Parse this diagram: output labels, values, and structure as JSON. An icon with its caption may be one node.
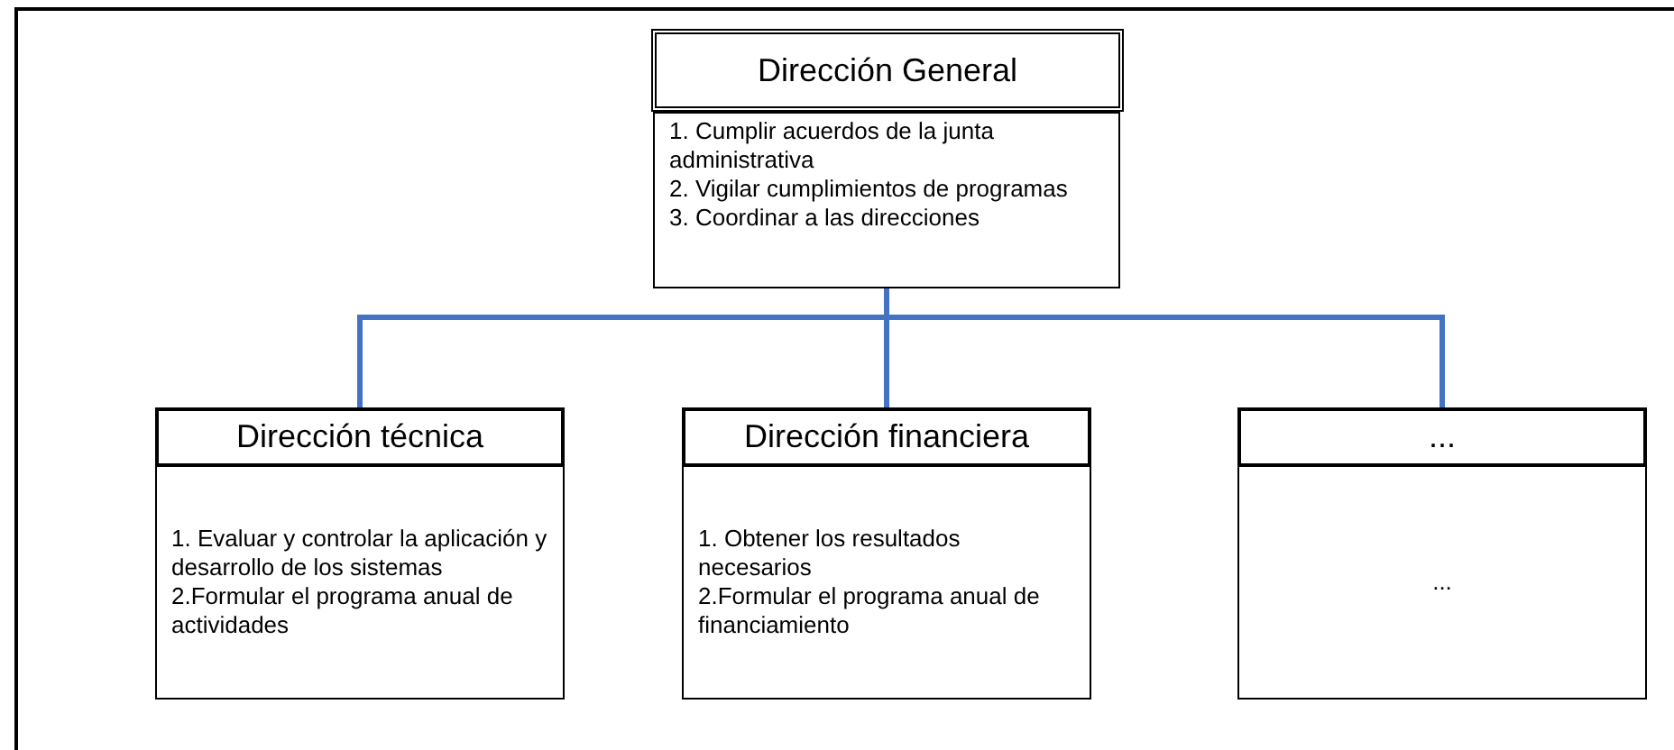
{
  "diagram": {
    "nodes": [
      {
        "text": [
          "Dirección General"
        ]
      },
      {
        "text": [
          "1. Cumplir acuerdos de la junta administrativa",
          "2. Vigilar cumplimientos de programas",
          "3. Coordinar a las direcciones"
        ]
      },
      {
        "text": [
          "Dirección técnica"
        ]
      },
      {
        "text": [
          "1. Evaluar y controlar la aplicación y desarrollo de los sistemas",
          "2.Formular el programa anual de actividades"
        ]
      },
      {
        "text": [
          "Dirección financiera"
        ]
      },
      {
        "text": [
          "1. Obtener los resultados necesarios",
          "2.Formular el programa anual de financiamiento"
        ]
      },
      {
        "text": [
          "..."
        ]
      },
      {
        "text": [
          "..."
        ]
      }
    ],
    "edges": [
      {
        "from": 1,
        "to": 2,
        "arrow": "none"
      },
      {
        "from": 1,
        "to": 4,
        "arrow": "none"
      },
      {
        "from": 1,
        "to": 6,
        "arrow": "none"
      }
    ]
  }
}
